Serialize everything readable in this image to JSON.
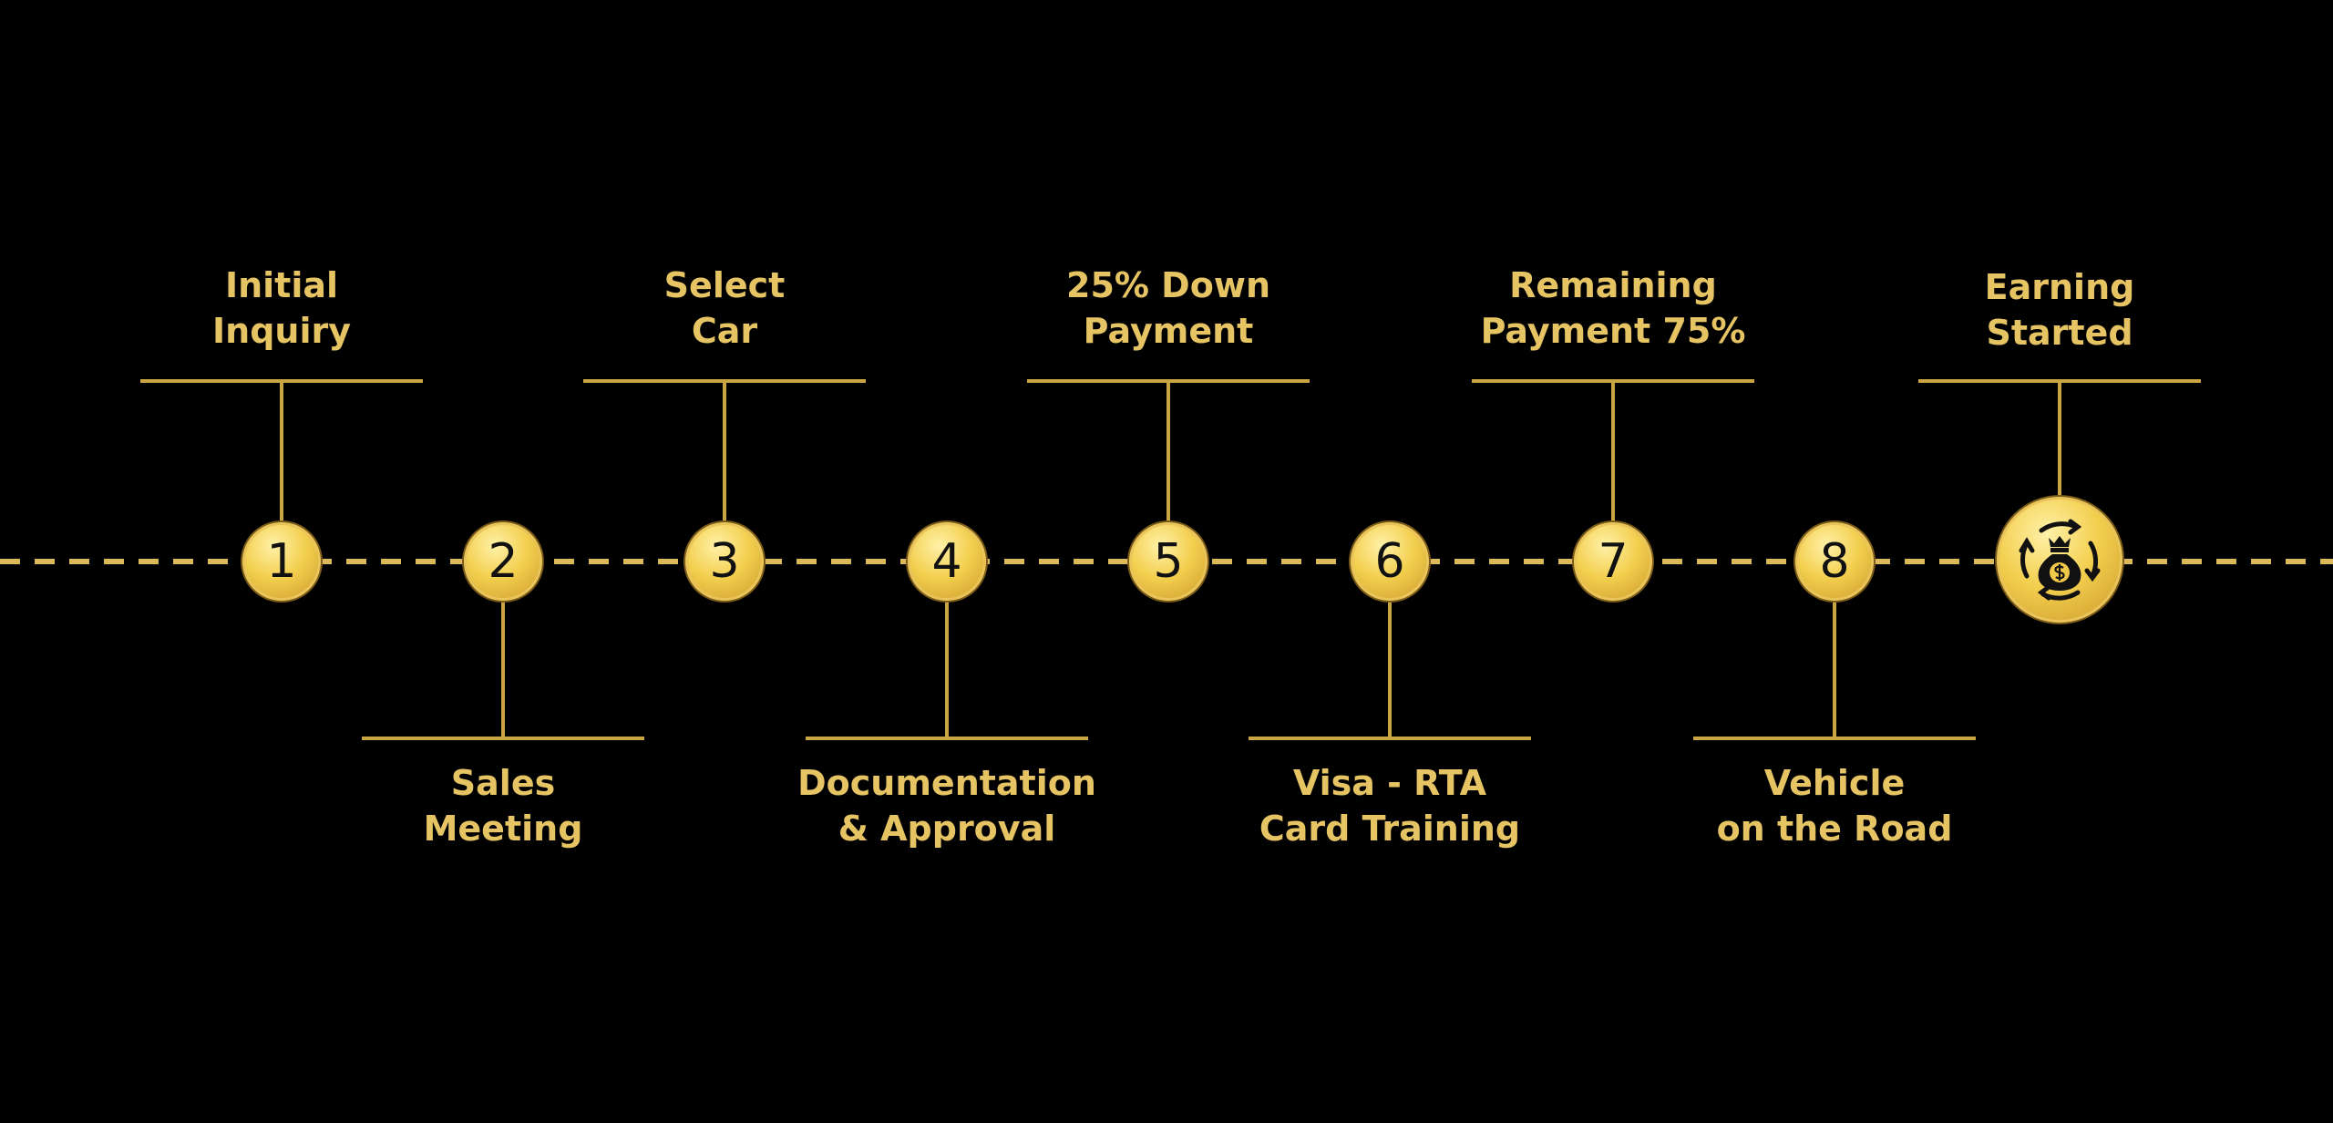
{
  "colors": {
    "gold": "#c9a544",
    "background": "#000000"
  },
  "steps": [
    {
      "number": "1",
      "line1": "Initial",
      "line2": "Inquiry",
      "position": "top"
    },
    {
      "number": "2",
      "line1": "Sales",
      "line2": "Meeting",
      "position": "bottom"
    },
    {
      "number": "3",
      "line1": "Select",
      "line2": "Car",
      "position": "top"
    },
    {
      "number": "4",
      "line1": "Documentation",
      "line2": "& Approval",
      "position": "bottom"
    },
    {
      "number": "5",
      "line1": "25% Down",
      "line2": "Payment",
      "position": "top"
    },
    {
      "number": "6",
      "line1": "Visa - RTA",
      "line2": "Card Training",
      "position": "bottom"
    },
    {
      "number": "7",
      "line1": "Remaining",
      "line2": "Payment 75%",
      "position": "top"
    },
    {
      "number": "8",
      "line1": "Vehicle",
      "line2": "on the Road",
      "position": "bottom"
    }
  ],
  "final": {
    "line1": "Earning",
    "line2": "Started",
    "icon": "money-bag-cycle-icon"
  }
}
